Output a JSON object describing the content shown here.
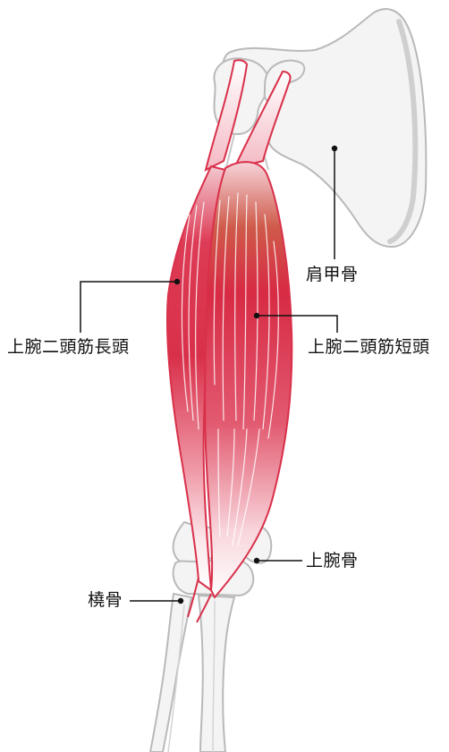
{
  "labels": {
    "scapula": "肩甲骨",
    "long_head": "上腕二頭筋長頭",
    "short_head": "上腕二頭筋短頭",
    "humerus": "上腕骨",
    "radius": "橈骨"
  },
  "colors": {
    "bone_fill": "#f4f4f4",
    "bone_stroke": "#b9b9b9",
    "muscle_red": "#d9304a",
    "muscle_light": "#f7d9de",
    "leader_line": "#111111"
  }
}
